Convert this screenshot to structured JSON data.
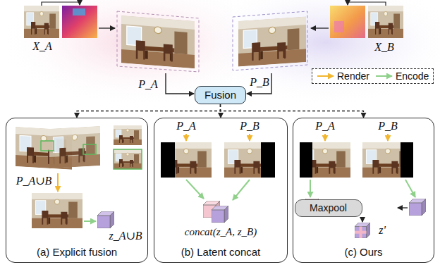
{
  "diagram": {
    "nodes": [
      {
        "text": [
          "Fusion"
        ]
      },
      {
        "text": [
          "(a) Explicit fusion"
        ]
      },
      {
        "text": [
          "(b) Latent concat"
        ]
      },
      {
        "text": [
          "(c) Ours"
        ]
      },
      {
        "text": [
          "Maxpool"
        ],
        "in": 3
      }
    ],
    "edges": [
      {
        "from": 0,
        "to": 1,
        "arrow": "to"
      },
      {
        "from": 0,
        "to": 2,
        "arrow": "to"
      },
      {
        "from": 0,
        "to": 3,
        "arrow": "to"
      }
    ],
    "labels": [
      "X_A",
      "P_A",
      "P_B",
      "X_B",
      "P_A∪B",
      "z_A∪B",
      "P_A",
      "P_B",
      "concat(z_A, z_B)",
      "P_A",
      "P_B",
      "z'"
    ],
    "legend": [
      {
        "text": "Render"
      },
      {
        "text": "Encode"
      }
    ]
  }
}
